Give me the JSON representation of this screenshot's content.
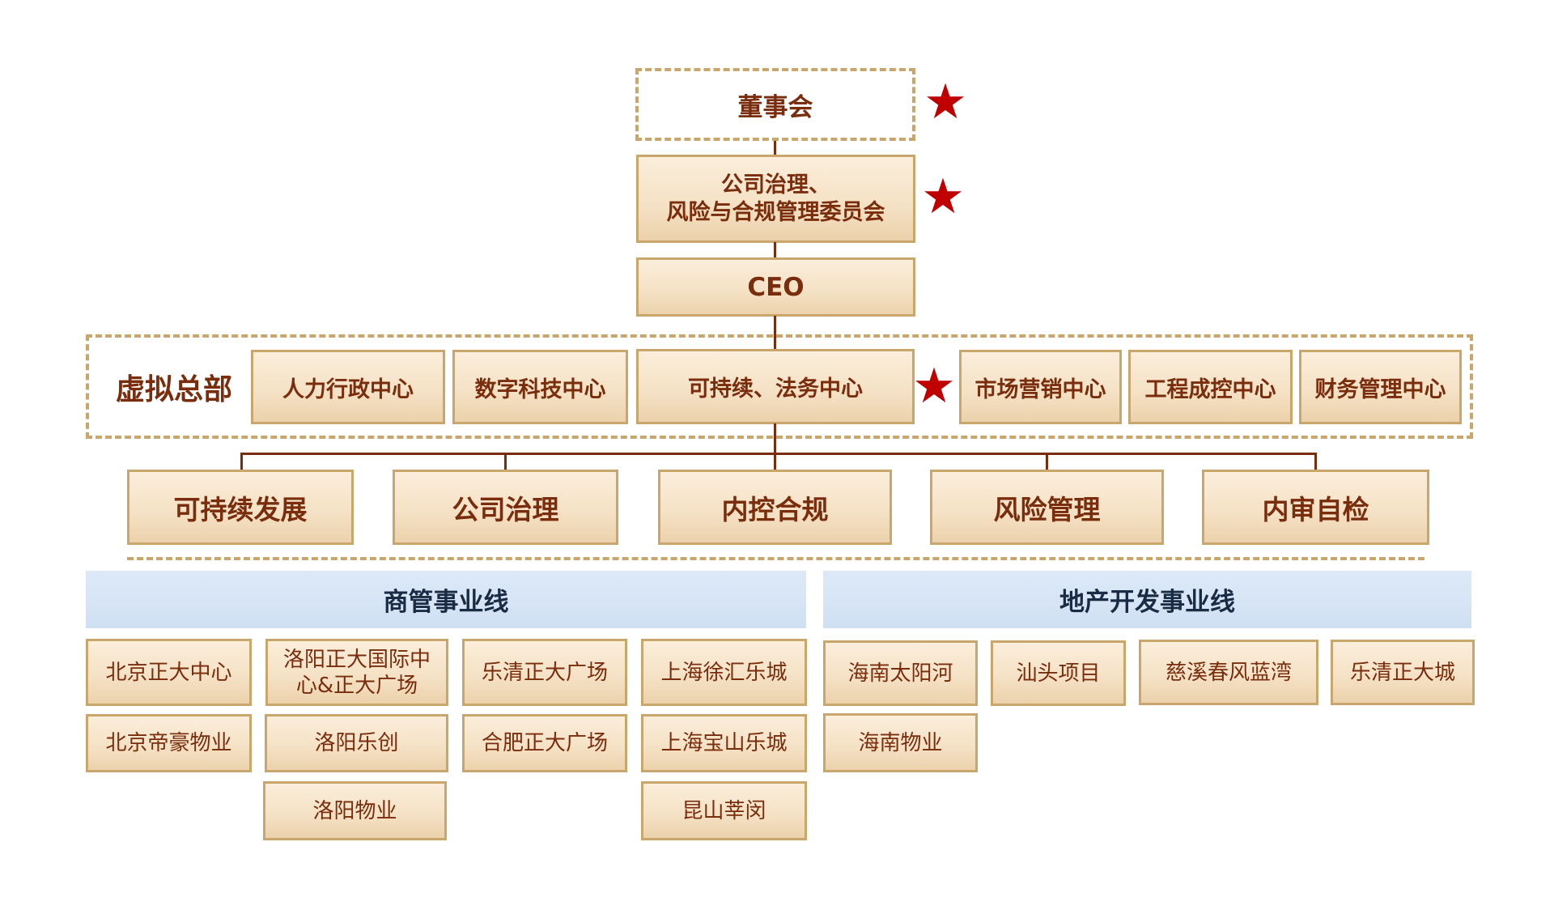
{
  "colors": {
    "box_text": "#7a2d0c",
    "box_border": "#c8a66c",
    "connector": "#7a2d0c",
    "star": "#c00000",
    "business_header_bg": "#d6e4f5",
    "business_header_text": "#1a2b44"
  },
  "governance": {
    "board": {
      "label": "董事会",
      "starred": true,
      "icon": "star-icon"
    },
    "committee": {
      "line1": "公司治理、",
      "line2": "风险与合规管理委员会",
      "starred": true,
      "icon": "star-icon"
    },
    "ceo": {
      "label": "CEO"
    }
  },
  "virtual_hq": {
    "label": "虚拟总部",
    "centers": [
      {
        "label": "人力行政中心"
      },
      {
        "label": "数字科技中心"
      },
      {
        "label": "可持续、法务中心",
        "starred": true
      },
      {
        "label": "市场营销中心"
      },
      {
        "label": "工程成控中心"
      },
      {
        "label": "财务管理中心"
      }
    ]
  },
  "functions": [
    {
      "label": "可持续发展"
    },
    {
      "label": "公司治理"
    },
    {
      "label": "内控合规"
    },
    {
      "label": "风险管理"
    },
    {
      "label": "内审自检"
    }
  ],
  "business_lines": {
    "commercial": {
      "title": "商管事业线",
      "columns": [
        [
          "北京正大中心",
          "北京帝豪物业"
        ],
        [
          "洛阳正大国际中心&正大广场",
          "洛阳乐创",
          "洛阳物业"
        ],
        [
          "乐清正大广场",
          "合肥正大广场"
        ],
        [
          "上海徐汇乐城",
          "上海宝山乐城",
          "昆山莘闵"
        ]
      ]
    },
    "real_estate": {
      "title": "地产开发事业线",
      "columns": [
        [
          "海南太阳河",
          "海南物业"
        ],
        [
          "汕头项目"
        ],
        [
          "慈溪春风蓝湾"
        ],
        [
          "乐清正大城"
        ]
      ]
    }
  }
}
